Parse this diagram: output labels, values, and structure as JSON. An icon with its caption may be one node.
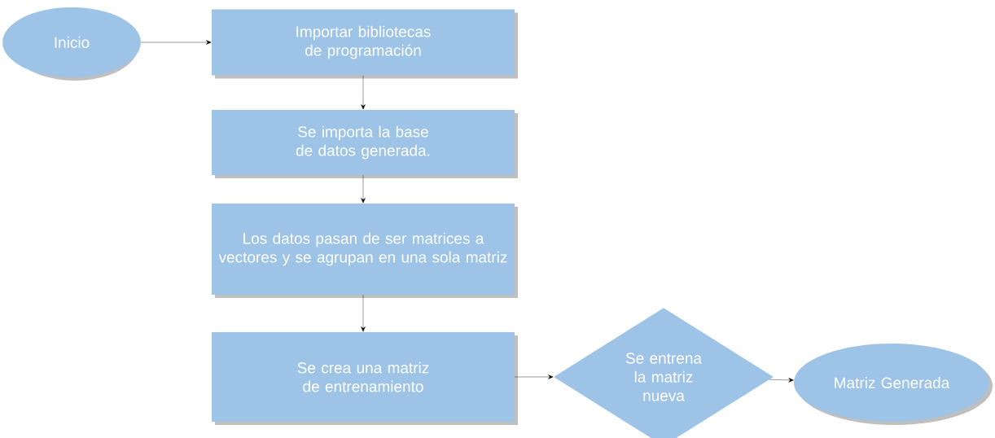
{
  "diagram": {
    "nodes": [
      {
        "text": [
          "Inicio"
        ]
      },
      {
        "text": [
          "Importar bibliotecas de programación"
        ]
      },
      {
        "text": [
          "Se importa la base de datos generada."
        ]
      },
      {
        "text": [
          "Los datos pasan de ser matrices a vectores y se agrupan en una sola matriz"
        ]
      },
      {
        "text": [
          "Se crea una matriz de entrenamiento"
        ]
      },
      {
        "text": [
          "Se entrena la matriz nueva"
        ]
      },
      {
        "text": [
          "Matriz Generada"
        ]
      }
    ],
    "edges": [
      {
        "from": 0,
        "to": 1,
        "arrow": "to"
      },
      {
        "from": 1,
        "to": 2,
        "arrow": "to"
      },
      {
        "from": 2,
        "to": 3,
        "arrow": "to"
      },
      {
        "from": 3,
        "to": 4,
        "arrow": "to"
      },
      {
        "from": 4,
        "to": 5,
        "arrow": "to"
      },
      {
        "from": 5,
        "to": 6,
        "arrow": "to"
      }
    ]
  }
}
